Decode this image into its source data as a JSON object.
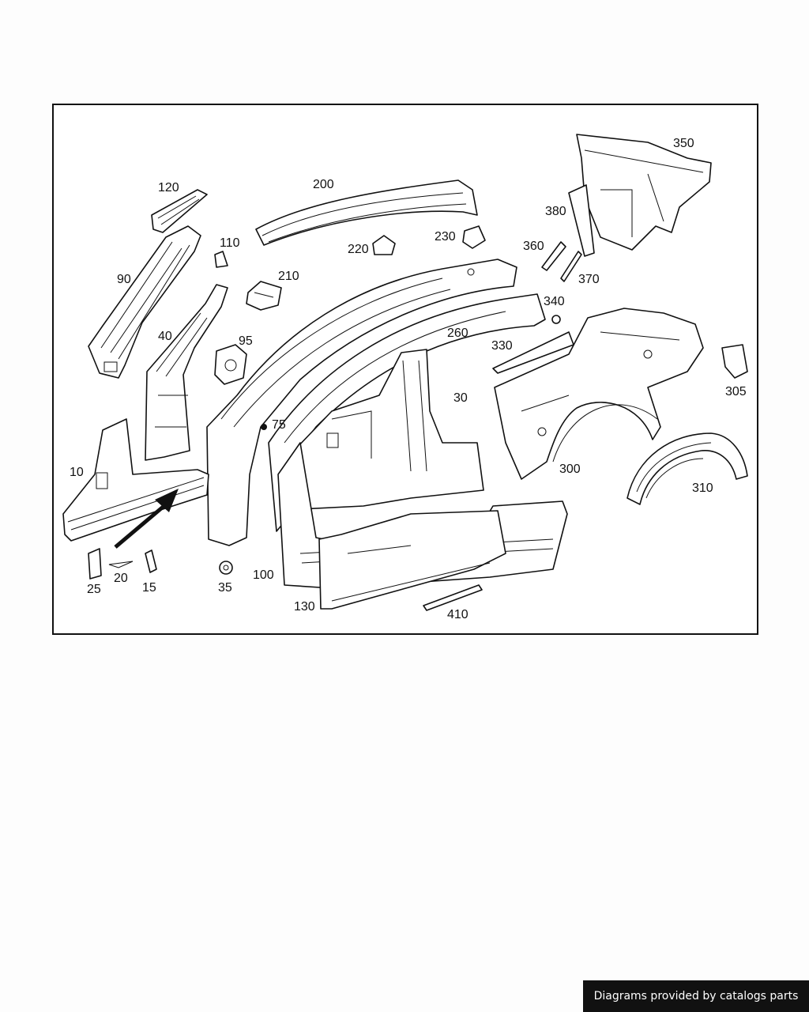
{
  "callouts": {
    "c10": "10",
    "c15": "15",
    "c20": "20",
    "c25": "25",
    "c30": "30",
    "c35": "35",
    "c40": "40",
    "c75": "75",
    "c90": "90",
    "c95": "95",
    "c100": "100",
    "c110": "110",
    "c120": "120",
    "c130": "130",
    "c200": "200",
    "c210": "210",
    "c220": "220",
    "c230": "230",
    "c260": "260",
    "c300": "300",
    "c305": "305",
    "c310": "310",
    "c330": "330",
    "c340": "340",
    "c350": "350",
    "c360": "360",
    "c370": "370",
    "c380": "380",
    "c410": "410"
  },
  "footer": {
    "credit": "Diagrams provided by catalogs parts"
  }
}
